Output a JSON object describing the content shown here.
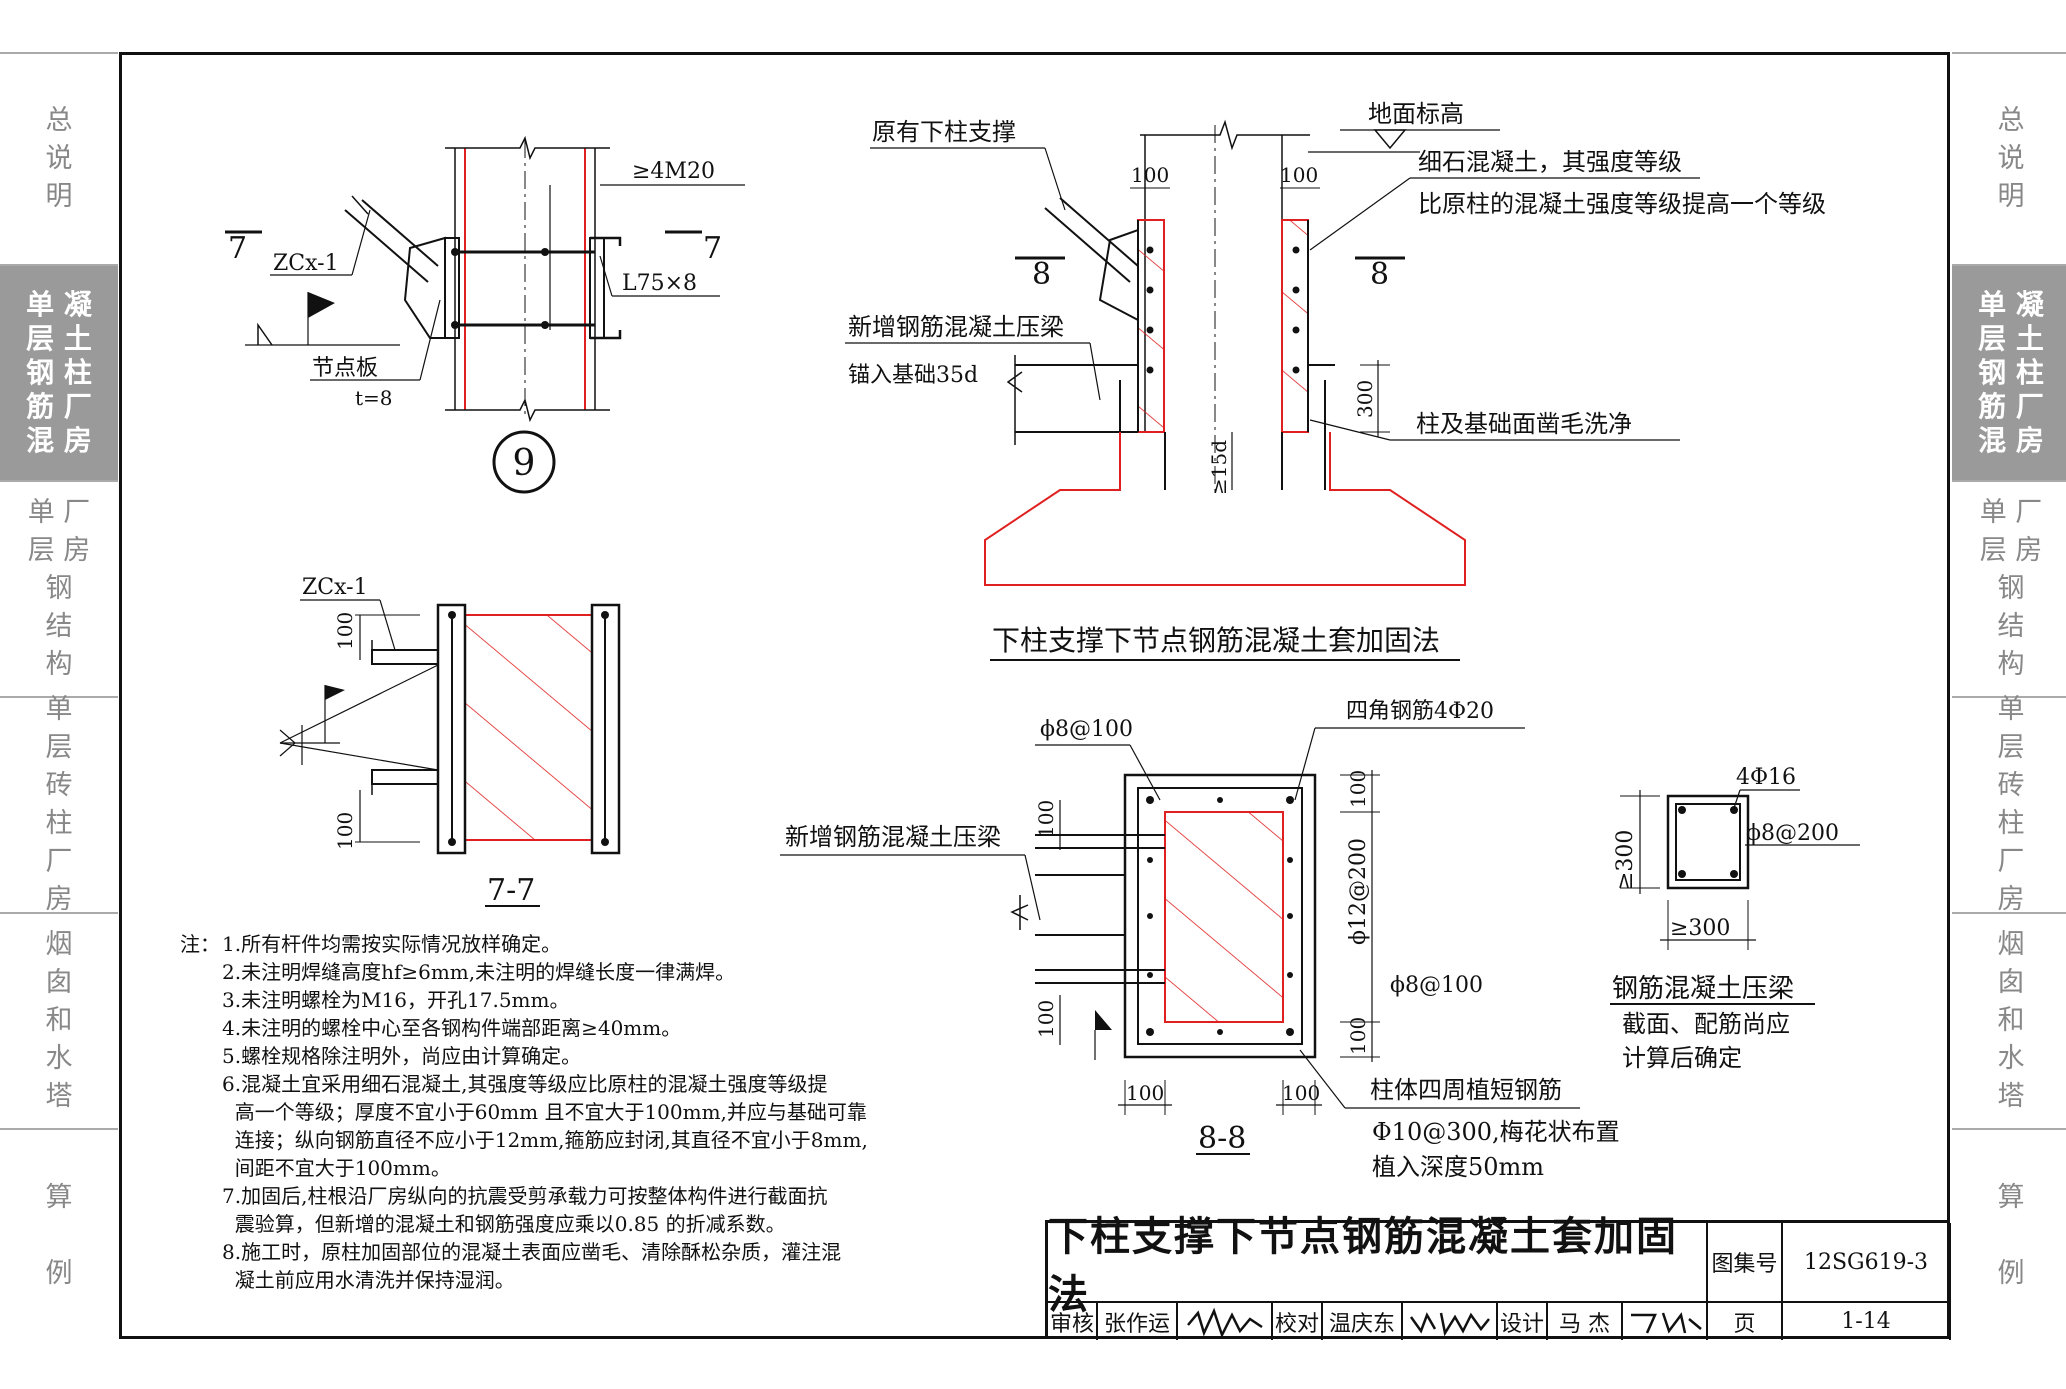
{
  "sidebar": {
    "items": [
      {
        "label": "总\n说\n明",
        "active": false
      },
      {
        "label": "单 凝\n层 土\n钢 柱\n筋 厂\n混 房",
        "active": true
      },
      {
        "label": "单 厂\n层 房\n钢\n结\n构",
        "active": false
      },
      {
        "label": "单\n层\n砖\n柱\n厂\n房",
        "active": false
      },
      {
        "label": "烟\n囱\n和\n水\n塔",
        "active": false
      },
      {
        "label": "算\n\n例",
        "active": false
      }
    ]
  },
  "drawing": {
    "detail9": {
      "label_bolts": "≥4M20",
      "label_angle": "L75×8",
      "label_brace": "ZCx-1",
      "label_plate": "节点板",
      "label_thick": "t=8",
      "section_mark": "7",
      "circle_num": "9"
    },
    "section77": {
      "label_brace": "ZCx-1",
      "dim_top": "100",
      "dim_bottom": "100",
      "title": "7-7"
    },
    "elevation": {
      "label_orig_brace": "原有下柱支撑",
      "label_ground": "地面标高",
      "label_fine_concrete_1": "细石混凝土，其强度等级",
      "label_fine_concrete_2": "比原柱的混凝土强度等级提高一个等级",
      "label_new_beam": "新增钢筋混凝土压梁",
      "label_anchor": "锚入基础35d",
      "label_roughen": "柱及基础面凿毛洗净",
      "dim_left": "100",
      "dim_right": "100",
      "dim_300": "300",
      "dim_15d": "≥15d",
      "section_mark": "8",
      "caption": "下柱支撑下节点钢筋混凝土套加固法"
    },
    "section88": {
      "label_stirrup_top": "ϕ8@100",
      "label_corner": "四角钢筋4Φ20",
      "label_new_beam": "新增钢筋混凝土压梁",
      "label_side_bar": "ϕ12@200",
      "label_stirrup_right": "ϕ8@100",
      "label_dowels": "柱体四周植短钢筋",
      "label_dowel_spec": "Φ10@300,梅花状布置",
      "label_depth": "植入深度50mm",
      "dim_100_a": "100",
      "dim_100_b": "100",
      "dim_100_c": "100",
      "dim_100_d": "100",
      "dim_100_e": "100",
      "dim_100_f": "100",
      "title": "8-8"
    },
    "beam_section": {
      "label_bars": "4Φ16",
      "label_stirrup": "ϕ8@200",
      "dim_h": "≥300",
      "dim_w": "≥300",
      "caption": "钢筋混凝土压梁",
      "note_1": "截面、配筋尚应",
      "note_2": "计算后确定"
    }
  },
  "notes": {
    "lead": "注：",
    "items": [
      "1.所有杆件均需按实际情况放样确定。",
      "2.未注明焊缝高度hf≥6mm,未注明的焊缝长度一律满焊。",
      "3.未注明螺栓为M16，开孔17.5mm。",
      "4.未注明的螺栓中心至各钢构件端部距离≥40mm。",
      "5.螺栓规格除注明外，尚应由计算确定。",
      "6.混凝土宜采用细石混凝土,其强度等级应比原柱的混凝土强度等级提\n  高一个等级；厚度不宜小于60mm 且不宜大于100mm,并应与基础可靠\n  连接；纵向钢筋直径不应小于12mm,箍筋应封闭,其直径不宜小于8mm,\n  间距不宜大于100mm。",
      "7.加固后,柱根沿厂房纵向的抗震受剪承载力可按整体构件进行截面抗\n  震验算，但新增的混凝土和钢筋强度应乘以0.85 的折减系数。",
      "8.施工时，原柱加固部位的混凝土表面应凿毛、清除酥松杂质，灌注混\n  凝土前应用水清洗并保持湿润。"
    ]
  },
  "titleblock": {
    "title": "下柱支撑下节点钢筋混凝土套加固法",
    "atlas_label": "图集号",
    "atlas_no": "12SG619-3",
    "review_label": "审核",
    "review_name": "张作运",
    "check_label": "校对",
    "check_name": "温庆东",
    "design_label": "设计",
    "design_name": "马 杰",
    "page_label": "页",
    "page_no": "1-14"
  }
}
